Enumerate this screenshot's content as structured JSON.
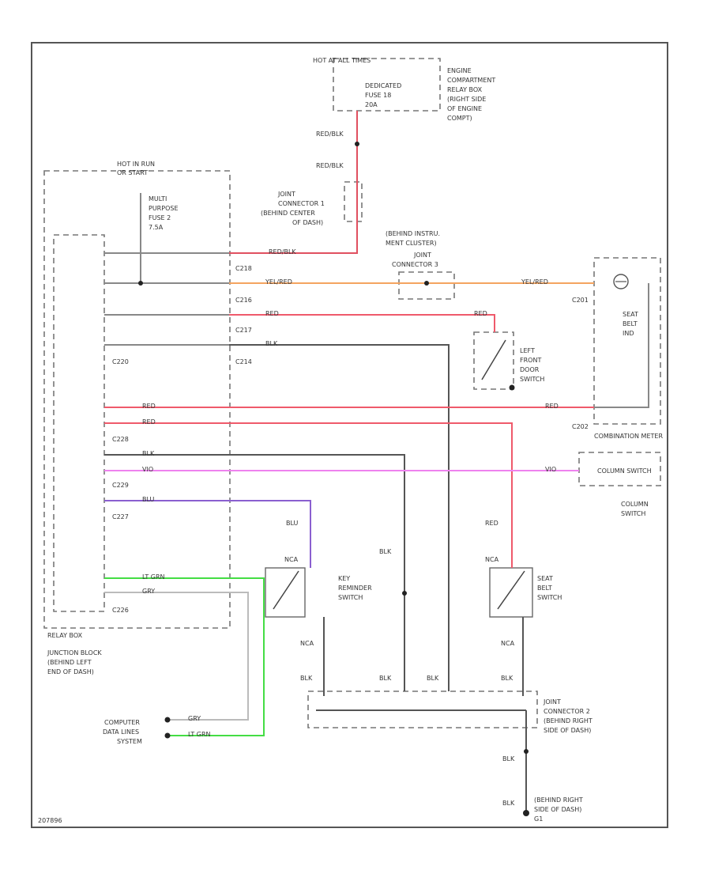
{
  "colors": {
    "red_blk": "#e05060",
    "yel_red": "#f4a460",
    "red": "#ef5a6b",
    "blk": "#555555",
    "vio": "#ee82ee",
    "blu": "#8a5fd0",
    "lt_grn": "#44dd44",
    "gry": "#bbbbbb",
    "grey_wire": "#888888"
  },
  "labels": {
    "hot_all_times": "HOT AT ALL TIMES",
    "engine_relay": [
      "ENGINE",
      "COMPARTMENT",
      "RELAY BOX",
      "(RIGHT SIDE",
      "OF ENGINE",
      "COMPT)"
    ],
    "fuse_engine": [
      "DEDICATED",
      "FUSE 18",
      "20A"
    ],
    "hot_in_run": [
      "HOT IN RUN",
      "OR START"
    ],
    "fuse_multi": [
      "MULTI",
      "PURPOSE",
      "FUSE 2",
      "7.5A"
    ],
    "joint_conn1": [
      "JOINT",
      "CONNECTOR 1",
      "(BEHIND CENTER",
      "OF DASH)"
    ],
    "red_blk": "RED/BLK",
    "instru_top": [
      "(BEHIND INSTRU.",
      "MENT CLUSTER)"
    ],
    "joint_conn3": [
      "JOINT",
      "CONNECTOR 3"
    ],
    "yel_red": "YEL/RED",
    "red": "RED",
    "blk": "BLK",
    "vio": "VIO",
    "blu": "BLU",
    "lt_grn": "LT GRN",
    "gry": "GRY",
    "nca": "NCA",
    "seat_belt_ind": [
      "SEAT",
      "BELT",
      "IND"
    ],
    "left_door": [
      "LEFT",
      "FRONT",
      "DOOR",
      "SWITCH"
    ],
    "combination_meter": "COMBINATION METER",
    "column_switch_inner": "COLUMN SWITCH",
    "column_switch": [
      "COLUMN",
      "SWITCH"
    ],
    "key_reminder": [
      "KEY",
      "REMINDER",
      "SWITCH"
    ],
    "seat_belt_switch": [
      "SEAT",
      "BELT",
      "SWITCH"
    ],
    "junction_block": [
      "JUNCTION BLOCK",
      "(BEHIND LEFT",
      "END OF DASH)"
    ],
    "relay_box": "RELAY BOX",
    "computer_data": [
      "COMPUTER",
      "DATA LINES",
      "SYSTEM"
    ],
    "joint_conn2": [
      "JOINT",
      "CONNECTOR 2",
      "(BEHIND RIGHT",
      "SIDE OF DASH)"
    ],
    "ground_right": [
      "(BEHIND RIGHT",
      "SIDE OF DASH)",
      "G1"
    ],
    "connectors": [
      "C218",
      "C216",
      "C217",
      "C214",
      "C220",
      "C228",
      "C229",
      "C227",
      "C226",
      "C201",
      "C202"
    ],
    "figure_id": "207896"
  }
}
